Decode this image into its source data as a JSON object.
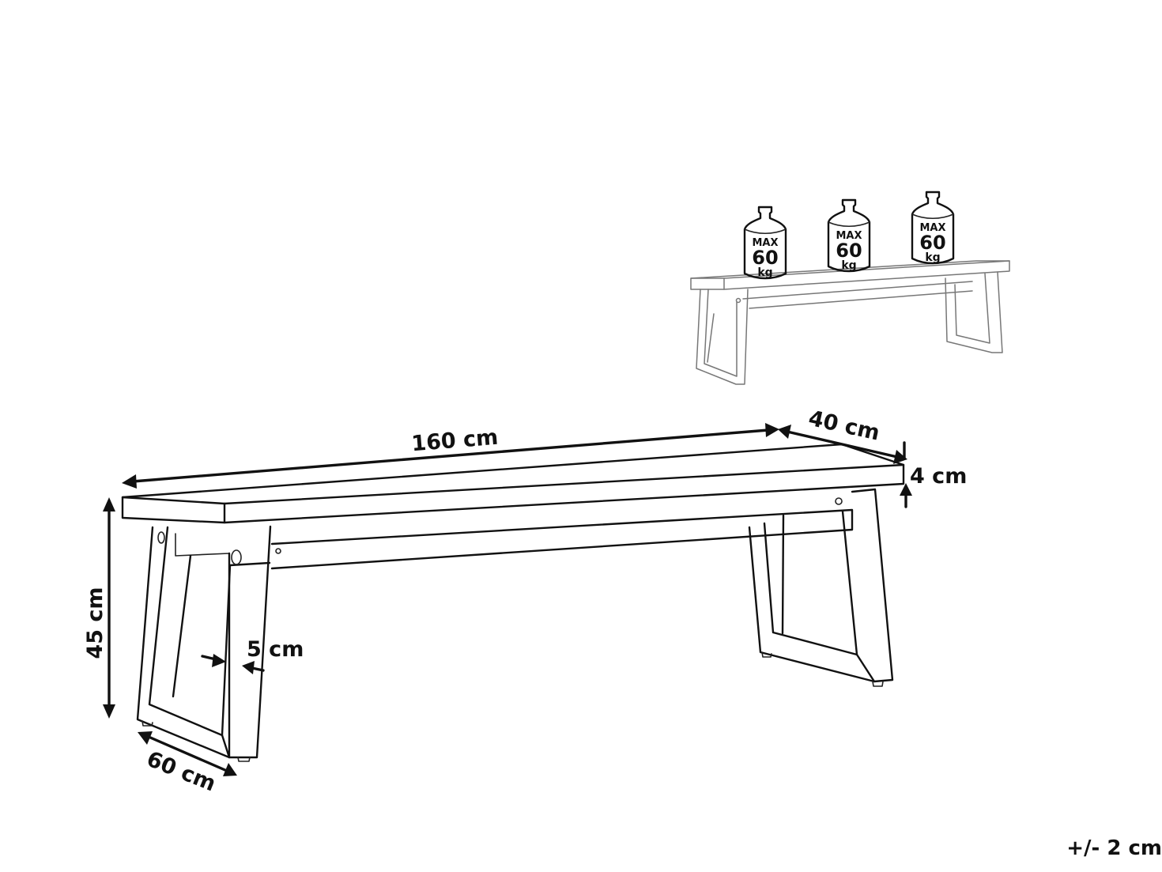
{
  "dimensions": {
    "length": "160 cm",
    "depth": "40 cm",
    "top_thickness": "4 cm",
    "height": "45 cm",
    "leg_thickness": "5 cm",
    "leg_depth": "60 cm"
  },
  "weights": [
    {
      "max": "MAX",
      "value": "60",
      "unit": "kg"
    },
    {
      "max": "MAX",
      "value": "60",
      "unit": "kg"
    },
    {
      "max": "MAX",
      "value": "60",
      "unit": "kg"
    }
  ],
  "tolerance": "+/- 2 cm"
}
